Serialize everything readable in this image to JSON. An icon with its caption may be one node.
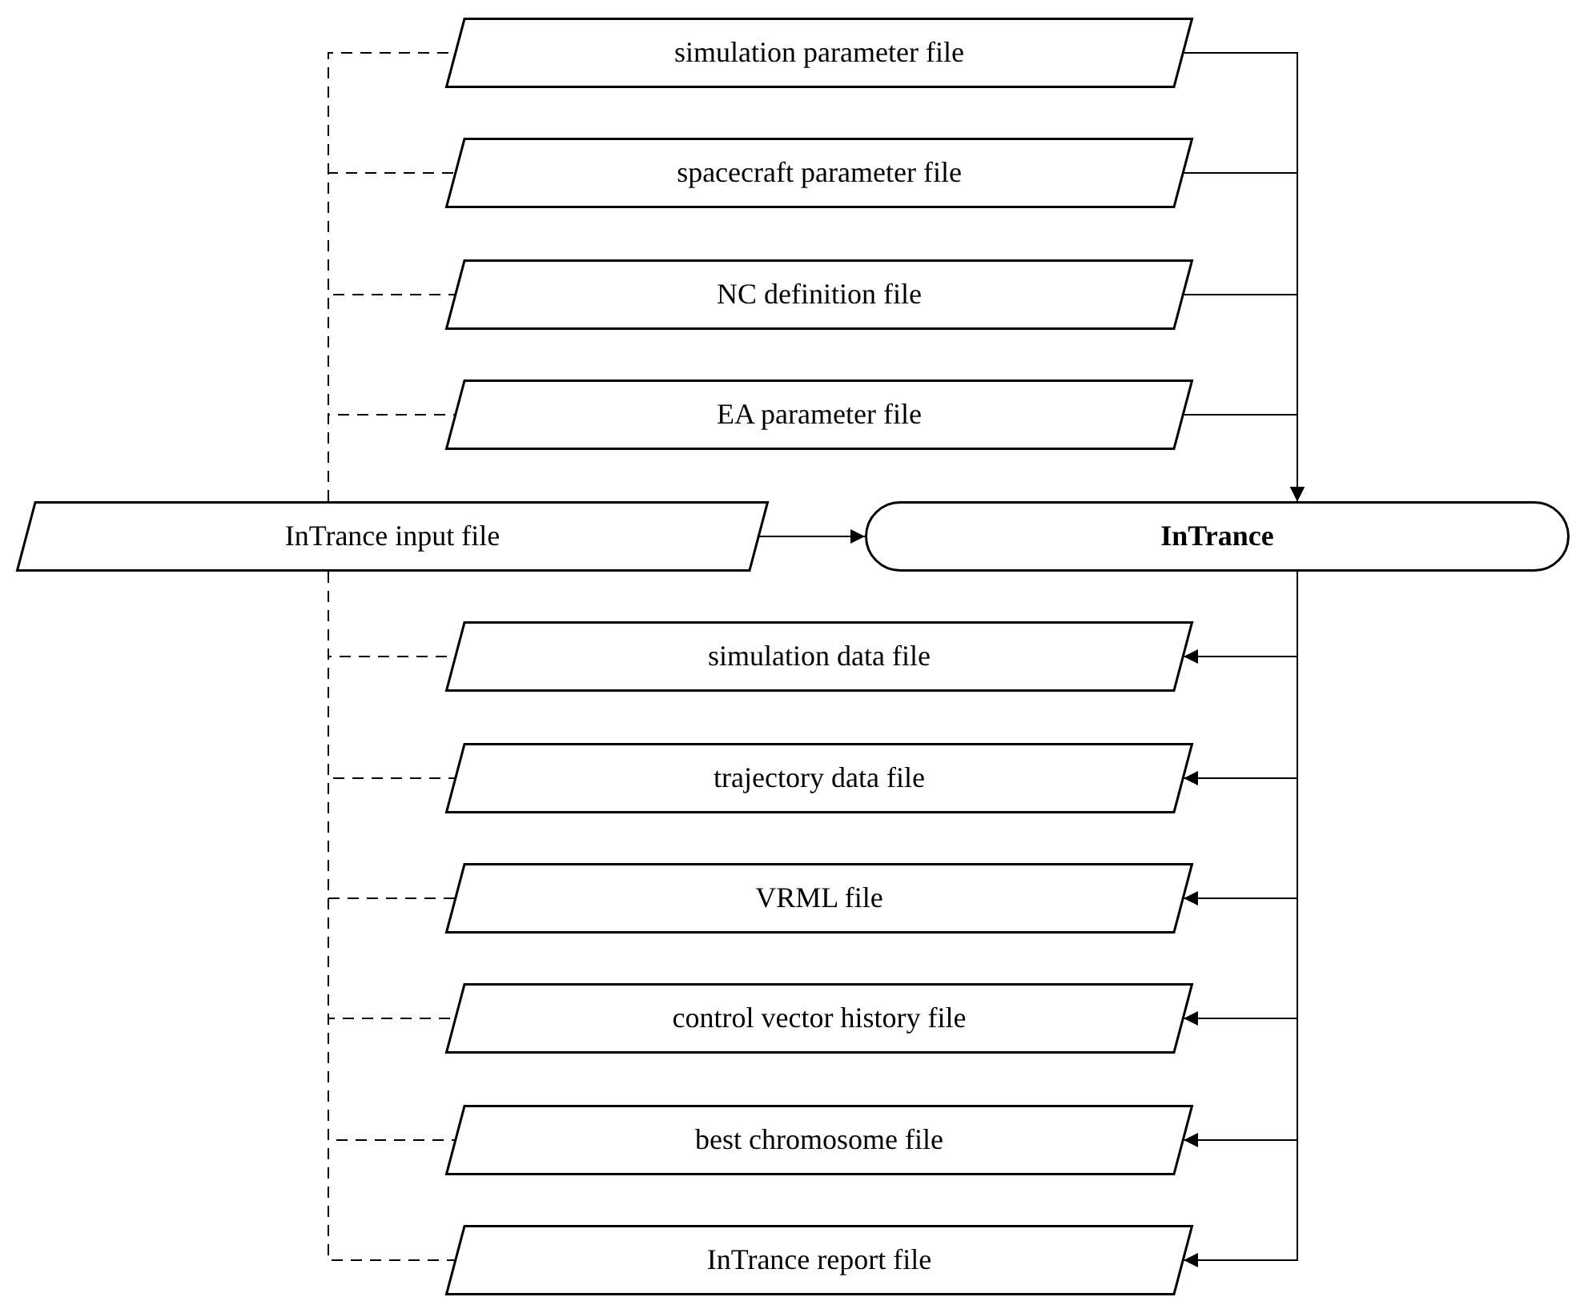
{
  "diagram": {
    "nodes": [
      {
        "text": [
          "simulation parameter file"
        ]
      },
      {
        "text": [
          "spacecraft parameter file"
        ]
      },
      {
        "text": [
          "NC definition file"
        ]
      },
      {
        "text": [
          "EA parameter file"
        ]
      },
      {
        "text": [
          "InTrance input file"
        ]
      },
      {
        "text": [
          "InTrance"
        ]
      },
      {
        "text": [
          "simulation data file"
        ]
      },
      {
        "text": [
          "trajectory data file"
        ]
      },
      {
        "text": [
          "VRML file"
        ]
      },
      {
        "text": [
          "control vector history file"
        ]
      },
      {
        "text": [
          "best chromosome file"
        ]
      },
      {
        "text": [
          "InTrance report file"
        ]
      }
    ],
    "edges": [
      {
        "from": 0,
        "to": 5,
        "arrow": "to"
      },
      {
        "from": 1,
        "to": 5,
        "arrow": "to"
      },
      {
        "from": 2,
        "to": 5,
        "arrow": "to"
      },
      {
        "from": 3,
        "to": 5,
        "arrow": "to"
      },
      {
        "from": 4,
        "to": 5,
        "arrow": "to"
      },
      {
        "from": 5,
        "to": 6,
        "arrow": "to"
      },
      {
        "from": 5,
        "to": 7,
        "arrow": "to"
      },
      {
        "from": 5,
        "to": 8,
        "arrow": "to"
      },
      {
        "from": 5,
        "to": 9,
        "arrow": "to"
      },
      {
        "from": 5,
        "to": 10,
        "arrow": "to"
      },
      {
        "from": 5,
        "to": 11,
        "arrow": "to"
      },
      {
        "from": 4,
        "to": 0,
        "arrow": "none",
        "style": "dashed"
      },
      {
        "from": 4,
        "to": 1,
        "arrow": "none",
        "style": "dashed"
      },
      {
        "from": 4,
        "to": 2,
        "arrow": "none",
        "style": "dashed"
      },
      {
        "from": 4,
        "to": 3,
        "arrow": "none",
        "style": "dashed"
      },
      {
        "from": 4,
        "to": 6,
        "arrow": "none",
        "style": "dashed"
      },
      {
        "from": 4,
        "to": 7,
        "arrow": "none",
        "style": "dashed"
      },
      {
        "from": 4,
        "to": 8,
        "arrow": "none",
        "style": "dashed"
      },
      {
        "from": 4,
        "to": 9,
        "arrow": "none",
        "style": "dashed"
      },
      {
        "from": 4,
        "to": 10,
        "arrow": "none",
        "style": "dashed"
      },
      {
        "from": 4,
        "to": 11,
        "arrow": "none",
        "style": "dashed"
      }
    ]
  }
}
